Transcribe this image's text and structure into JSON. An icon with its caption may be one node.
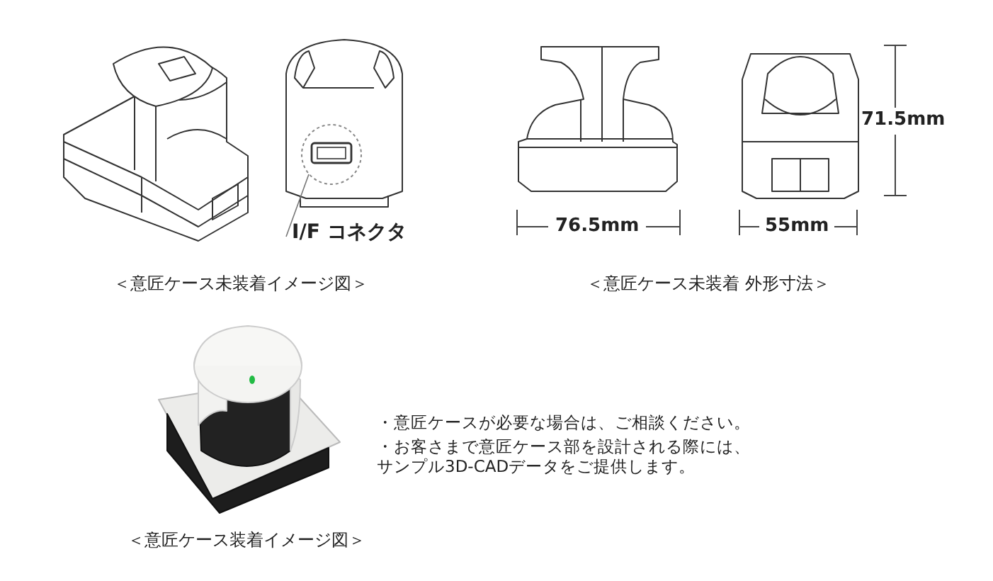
{
  "diagram": {
    "nodes": [
      {
        "text": [
          "I/F コネクタ"
        ]
      },
      {
        "text": [],
        "shape": "circle"
      }
    ],
    "edges": [
      {
        "from": 0,
        "to": 1,
        "arrow": "none"
      }
    ],
    "labels": [
      "71.5mm",
      "76.5mm",
      "55mm",
      "＜意匠ケース未装着イメージ図＞",
      "＜意匠ケース未装着 外形寸法＞",
      "・意匠ケースが必要な場合は、ご相談ください。",
      "・お客さまで意匠ケース部を設計される際には、サンプル3D-CADデータをご提供します。",
      "＜意匠ケース装着イメージ図＞"
    ]
  }
}
